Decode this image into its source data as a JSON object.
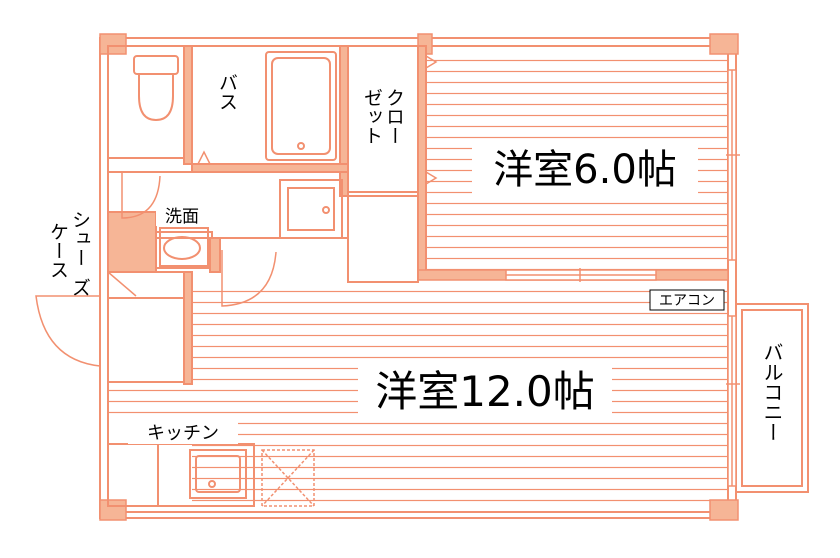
{
  "colors": {
    "wall": "#f4a581",
    "wall_fill": "#f6b596",
    "line": "#f29070",
    "background": "#ffffff",
    "text": "#000000"
  },
  "rooms": {
    "western_small": "洋室6.0帖",
    "western_large": "洋室12.0帖"
  },
  "labels": {
    "bath": "バス",
    "closet_col1": "クロー",
    "closet_col2": "ゼット",
    "washbasin": "洗面",
    "shoe_col1": "シュー",
    "shoe_col2": "ケース",
    "shoe_col3": "ズ",
    "aircon": "エアコン",
    "balcony": "バルコニー",
    "kitchen": "キッチン"
  },
  "icons": {
    "toilet": "toilet-icon",
    "bathtub": "bathtub-icon",
    "wash_sink": "sink-icon",
    "kitchen_sink": "sink-icon",
    "fridge_space": "cross-box-icon"
  }
}
